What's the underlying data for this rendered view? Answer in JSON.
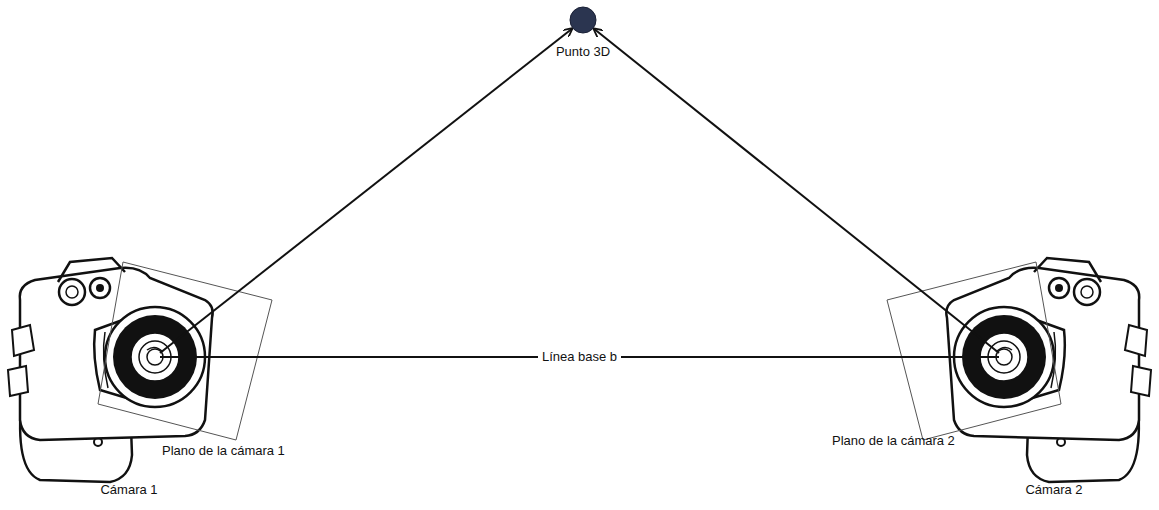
{
  "diagram": {
    "nodes": [
      {
        "text": [
          "Punto 3D"
        ]
      },
      {
        "text": [
          "Cámara 1"
        ]
      },
      {
        "text": [
          "Cámara 2"
        ]
      }
    ],
    "edges": [
      {
        "from": 1,
        "to": 0,
        "arrow": "to"
      },
      {
        "from": 2,
        "to": 0,
        "arrow": "to"
      },
      {
        "from": 1,
        "to": 2,
        "label": "Línea base b",
        "arrow": "none"
      }
    ],
    "labels": [
      "Plano de la cámara 1",
      "Plano de la cámara 2"
    ]
  }
}
